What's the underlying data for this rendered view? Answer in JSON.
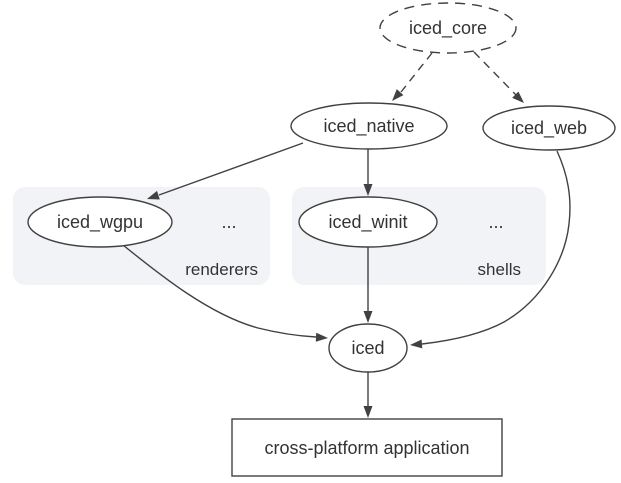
{
  "diagram": {
    "nodes": {
      "iced_core": "iced_core",
      "iced_native": "iced_native",
      "iced_web": "iced_web",
      "iced_wgpu": "iced_wgpu",
      "iced_winit": "iced_winit",
      "iced": "iced",
      "application": "cross-platform application"
    },
    "clusters": {
      "renderers": {
        "label": "renderers",
        "more": "..."
      },
      "shells": {
        "label": "shells",
        "more": "..."
      }
    },
    "edges": [
      {
        "from": "iced_core",
        "to": "iced_native",
        "style": "dashed"
      },
      {
        "from": "iced_core",
        "to": "iced_web",
        "style": "dashed"
      },
      {
        "from": "iced_native",
        "to": "iced_wgpu",
        "style": "solid"
      },
      {
        "from": "iced_native",
        "to": "iced_winit",
        "style": "solid"
      },
      {
        "from": "iced_wgpu",
        "to": "iced",
        "style": "solid"
      },
      {
        "from": "iced_winit",
        "to": "iced",
        "style": "solid"
      },
      {
        "from": "iced_web",
        "to": "iced",
        "style": "solid"
      },
      {
        "from": "iced",
        "to": "cross-platform application",
        "style": "solid"
      }
    ],
    "colors": {
      "cluster_label_blue": "#1a73e8",
      "node_stroke": "#414141",
      "edge_stroke": "#414141",
      "cluster_fill": "#f1f3f6",
      "text": "#333333"
    }
  }
}
